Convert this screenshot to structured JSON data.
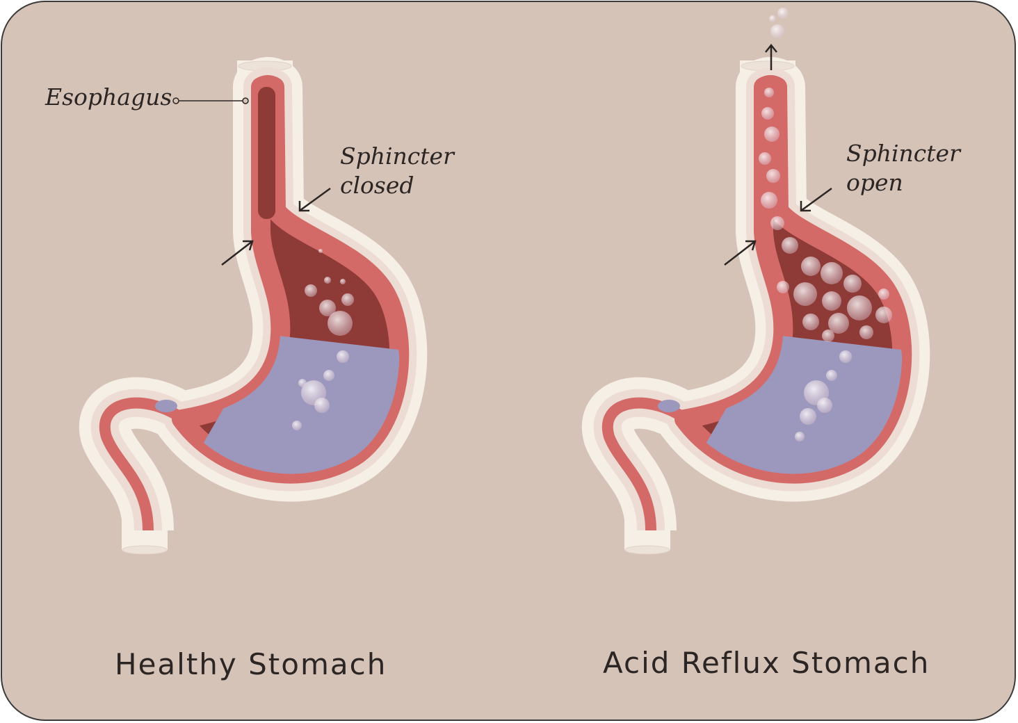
{
  "labels": {
    "esophagus": "Esophagus",
    "sphincter_closed_line1": "Sphincter",
    "sphincter_closed_line2": "closed",
    "sphincter_open_line1": "Sphincter",
    "sphincter_open_line2": "open"
  },
  "titles": {
    "healthy": "Healthy Stomach",
    "reflux": "Acid Reflux Stomach"
  },
  "colors": {
    "background": "#d6c3b8",
    "outer_wall": "#f6efe6",
    "wall": "#d46a68",
    "lumen": "#8e3a36",
    "acid": "#9c98bd"
  }
}
